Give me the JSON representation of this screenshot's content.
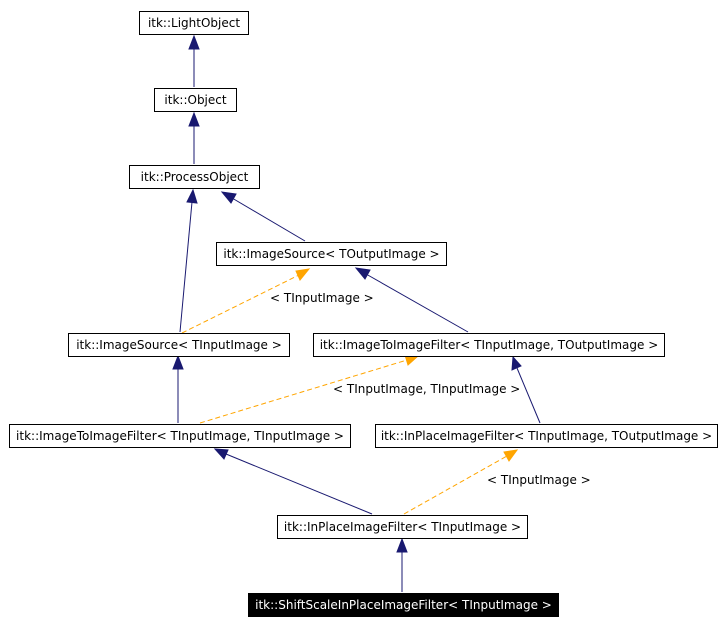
{
  "colors": {
    "inheritance": "#191970",
    "template": "#ffa500",
    "node_border": "#000000",
    "current_fill": "#000000",
    "current_text": "#ffffff"
  },
  "nodes": {
    "light_object": "itk::LightObject",
    "object": "itk::Object",
    "process_object": "itk::ProcessObject",
    "image_source_output": "itk::ImageSource< TOutputImage >",
    "image_source_input": "itk::ImageSource< TInputImage >",
    "image_to_image_filter_in_out": "itk::ImageToImageFilter< TInputImage, TOutputImage >",
    "image_to_image_filter_in_in": "itk::ImageToImageFilter< TInputImage, TInputImage >",
    "inplace_filter_in_out": "itk::InPlaceImageFilter< TInputImage, TOutputImage >",
    "inplace_filter_in": "itk::InPlaceImageFilter< TInputImage >",
    "shift_scale_filter": "itk::ShiftScaleInPlaceImageFilter< TInputImage >"
  },
  "edge_labels": {
    "image_source_template": "< TInputImage >",
    "image_to_image_template": "< TInputImage, TInputImage >",
    "inplace_template": "< TInputImage >"
  }
}
